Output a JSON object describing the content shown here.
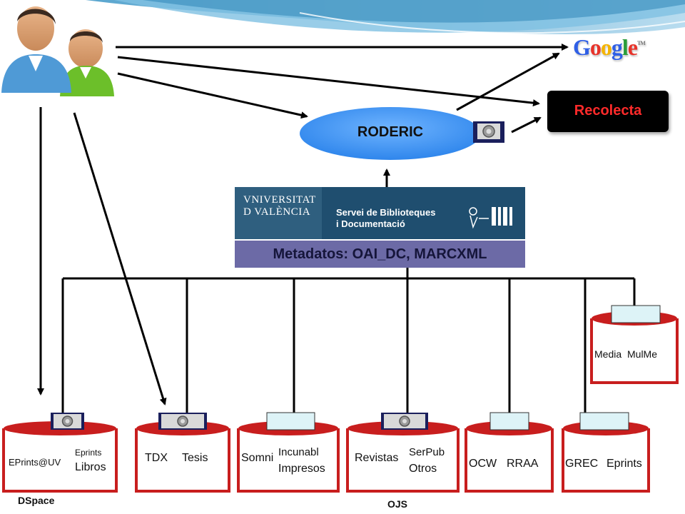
{
  "colors": {
    "bg_blue": "#5ea8cf",
    "ellipse_blue": "#3a8fe8",
    "db_red": "#c81e1e",
    "recolecta_bg": "#000000",
    "recolecta_text": "#ff2a2a",
    "metadata_bar": "#6c6aa6",
    "uv_banner": "#2f5f7f"
  },
  "google": {
    "letters": [
      "G",
      "o",
      "o",
      "g",
      "l",
      "e"
    ],
    "letter_colors": [
      "#2f5fe6",
      "#e8332a",
      "#f5b400",
      "#2f5fe6",
      "#2a9d3a",
      "#e8332a"
    ],
    "tm": "TM"
  },
  "recolecta": {
    "label": "Recolecta"
  },
  "roderic": {
    "label": "RODERIC"
  },
  "uv_logo": {
    "university_line1": "VNIVERSITAT",
    "university_line2": "D VALÈNCIA",
    "service_line1": "Servei de Biblioteques",
    "service_line2": "i Documentació"
  },
  "metadata": {
    "label": "Metadatos: OAI_DC, MARCXML"
  },
  "repositories": {
    "eprints_uv": "EPrints@UV",
    "eprints_libros_small": "Eprints",
    "eprints_libros": "Libros",
    "tdx": "TDX",
    "tesis": "Tesis",
    "somni": "Somni",
    "incunabl": "Incunabl",
    "impresos": "Impresos",
    "revistas": "Revistas",
    "serpub": "SerPub",
    "otros": "Otros",
    "ocw": "OCW",
    "rraa": "RRAA",
    "grec": "GREC",
    "eprints": "Eprints",
    "media": "Media",
    "mulme": "MulMe"
  },
  "bottom_labels": {
    "dspace": "DSpace",
    "ojs": "OJS"
  }
}
